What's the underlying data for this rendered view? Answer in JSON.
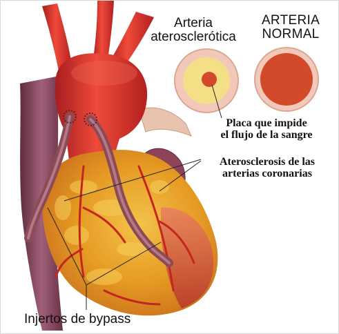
{
  "labels": {
    "atherosclerotic_artery": [
      "Arteria",
      "aterosclerótica"
    ],
    "normal_artery": [
      "ARTERIA",
      "NORMAL"
    ],
    "plaque": [
      "Placa que impide",
      "el flujo de la sangre"
    ],
    "coronary": [
      "Aterosclerosis de las",
      "arterias coronarias"
    ],
    "bypass": "Injertos de bypass"
  },
  "colors": {
    "heart_fat": "#e9a224",
    "heart_muscle": "#c8442b",
    "aorta": "#d8322a",
    "vein": "#8e4a5e",
    "graft": "#8c4b55",
    "plaque": "#f5df86",
    "artery_wall": "#f2c8b8",
    "lumen": "#d24a2a"
  }
}
